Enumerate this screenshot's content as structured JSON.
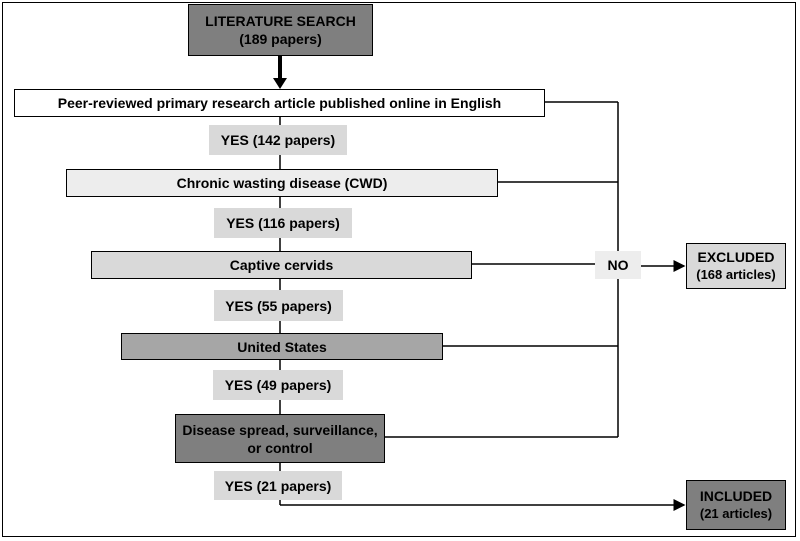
{
  "start": {
    "title": "LITERATURE SEARCH",
    "count": "(189 papers)"
  },
  "criteria": [
    {
      "label": "Peer-reviewed primary research article published online in English"
    },
    {
      "label": "Chronic wasting disease (CWD)"
    },
    {
      "label": "Captive cervids"
    },
    {
      "label": "United States"
    },
    {
      "label_line1": "Disease spread, surveillance,",
      "label_line2": "or control"
    }
  ],
  "yes_labels": [
    "YES (142 papers)",
    "YES (116 papers)",
    "YES (55 papers)",
    "YES (49 papers)",
    "YES (21 papers)"
  ],
  "no_label": "NO",
  "excluded": {
    "title": "EXCLUDED",
    "count": "(168 articles)"
  },
  "included": {
    "title": "INCLUDED",
    "count": "(21 articles)"
  },
  "colors": {
    "dark": "#7f7f7f",
    "medium": "#a6a6a6",
    "light": "#d9d9d9",
    "lightest": "#ededed",
    "white": "#ffffff",
    "yes_bg": "#d9d9d9"
  }
}
